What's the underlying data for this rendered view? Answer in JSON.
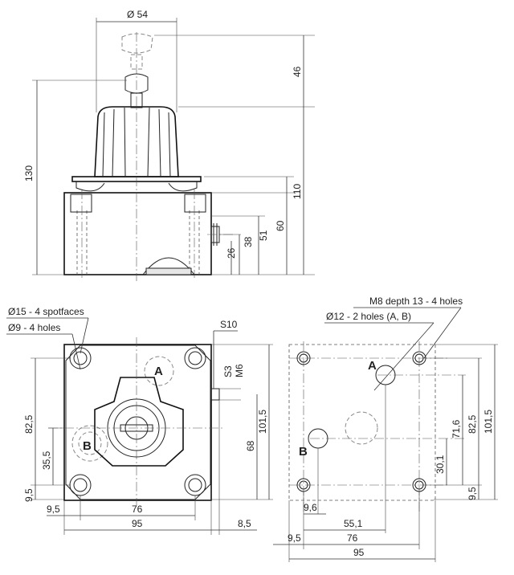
{
  "front_view": {
    "dia_54": "Ø 54",
    "h_46": "46",
    "h_130": "130",
    "h_110": "110",
    "h_60": "60",
    "h_51": "51",
    "h_38": "38",
    "h_26": "26"
  },
  "top_view": {
    "spotfaces": "Ø15 - 4 spotfaces",
    "holes": "Ø9  - 4 holes",
    "s10": "S10",
    "s3": "S3",
    "m6": "M6",
    "port_a": "A",
    "port_b": "B",
    "h_82_5": "82,5",
    "h_35_5": "35,5",
    "h_9_5": "9,5",
    "h_68": "68",
    "h_101_5": "101,5",
    "w_9_5": "9,5",
    "w_76": "76",
    "w_95": "95",
    "w_8_5": "8,5"
  },
  "pattern_view": {
    "m8": "M8 depth 13 - 4 holes",
    "dia_12": "Ø12 - 2 holes (A, B)",
    "port_a": "A",
    "port_b": "B",
    "h_71_6": "71,6",
    "h_82_5": "82,5",
    "h_101_5": "101,5",
    "h_30_1": "30,1",
    "h_9_5": "9,5",
    "w_9_6": "9,6",
    "w_55_1": "55,1",
    "w_9_5": "9,5",
    "w_76": "76",
    "w_95": "95"
  }
}
